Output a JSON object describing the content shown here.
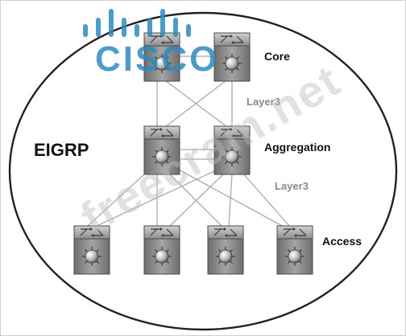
{
  "diagram": {
    "protocol": "EIGRP",
    "tiers": {
      "core": "Core",
      "aggregation": "Aggregation",
      "access": "Access"
    },
    "links": {
      "core_aggregation": "Layer3",
      "aggregation_access": "Layer3"
    }
  },
  "branding": {
    "logo": "CISCO",
    "watermark": "freecram.net"
  },
  "colors": {
    "logo": "#2d8ac0",
    "switch_body": "#8c8c8c",
    "link_line": "#a9a9a9",
    "boundary": "#222222"
  },
  "icons": {
    "switch": "layer3-switch-icon"
  }
}
